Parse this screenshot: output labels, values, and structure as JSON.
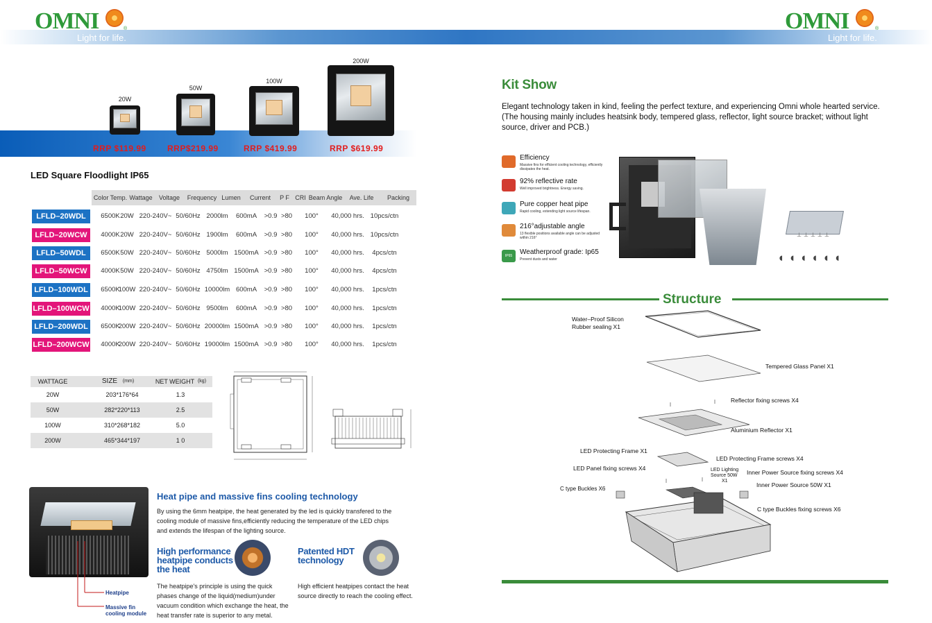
{
  "header": {
    "left_logo": "OMNI",
    "left_tagline": "Light for life.",
    "right_logo": "OMNI",
    "right_tagline": "Light for life.",
    "registered": "®"
  },
  "products": [
    {
      "watt": "20W",
      "price": "RRP $119.99"
    },
    {
      "watt": "50W",
      "price": "RRP$219.99"
    },
    {
      "watt": "100W",
      "price": "RRP $419.99"
    },
    {
      "watt": "200W",
      "price": "RRP $619.99"
    }
  ],
  "spec": {
    "title": "LED Square Floodlight IP65",
    "headers": [
      "Color Temp.",
      "Wattage",
      "Voltage",
      "Frequency",
      "Lumen",
      "Current",
      "P F",
      "CRI",
      "Beam Angle",
      "Ave. Life",
      "Packing"
    ],
    "rows": [
      {
        "model": "LFLD–20WDL",
        "color": "blue",
        "cells": [
          "6500K",
          "20W",
          "220-240V~",
          "50/60Hz",
          "2000lm",
          "600mA",
          ">0.9",
          ">80",
          "100°",
          "40,000 hrs.",
          "10pcs/ctn"
        ]
      },
      {
        "model": "LFLD–20WCW",
        "color": "pink",
        "cells": [
          "4000K",
          "20W",
          "220-240V~",
          "50/60Hz",
          "1900lm",
          "600mA",
          ">0.9",
          ">80",
          "100°",
          "40,000 hrs.",
          "10pcs/ctn"
        ]
      },
      {
        "model": "LFLD–50WDL",
        "color": "blue",
        "cells": [
          "6500K",
          "50W",
          "220-240V~",
          "50/60Hz",
          "5000lm",
          "1500mA",
          ">0.9",
          ">80",
          "100°",
          "40,000 hrs.",
          "4pcs/ctn"
        ]
      },
      {
        "model": "LFLD–50WCW",
        "color": "pink",
        "cells": [
          "4000K",
          "50W",
          "220-240V~",
          "50/60Hz",
          "4750lm",
          "1500mA",
          ">0.9",
          ">80",
          "100°",
          "40,000 hrs.",
          "4pcs/ctn"
        ]
      },
      {
        "model": "LFLD–100WDL",
        "color": "blue",
        "cells": [
          "6500K",
          "100W",
          "220-240V~",
          "50/60Hz",
          "10000lm",
          "600mA",
          ">0.9",
          ">80",
          "100°",
          "40,000 hrs.",
          "1pcs/ctn"
        ]
      },
      {
        "model": "LFLD–100WCW",
        "color": "pink",
        "cells": [
          "4000K",
          "100W",
          "220-240V~",
          "50/60Hz",
          "9500lm",
          "600mA",
          ">0.9",
          ">80",
          "100°",
          "40,000 hrs.",
          "1pcs/ctn"
        ]
      },
      {
        "model": "LFLD–200WDL",
        "color": "blue",
        "cells": [
          "6500K",
          "200W",
          "220-240V~",
          "50/60Hz",
          "20000lm",
          "1500mA",
          ">0.9",
          ">80",
          "100°",
          "40,000 hrs.",
          "1pcs/ctn"
        ]
      },
      {
        "model": "LFLD–200WCW",
        "color": "pink",
        "cells": [
          "4000K",
          "200W",
          "220-240V~",
          "50/60Hz",
          "19000lm",
          "1500mA",
          ">0.9",
          ">80",
          "100°",
          "40,000 hrs.",
          "1pcs/ctn"
        ]
      }
    ]
  },
  "sizes": {
    "headers": [
      "WATTAGE",
      "SIZE",
      "(mm)",
      "NET WEIGHT",
      "(kg)"
    ],
    "rows": [
      [
        "20W",
        "203*176*64",
        "1.3"
      ],
      [
        "50W",
        "282*220*113",
        "2.5"
      ],
      [
        "100W",
        "310*268*182",
        "5.0"
      ],
      [
        "200W",
        "465*344*197",
        "1 0"
      ]
    ]
  },
  "heat": {
    "title": "Heat pipe and massive fins cooling technology",
    "body": "By using the 6mm heatpipe, the heat generated by the led is quickly transfered to the cooling module of massive fins,efficiently reducing the temperature of the LED chips and extends the lifespan of the lighting source.",
    "sub1_title": "High performance heatpipe conducts the heat",
    "sub1_body": "The heatpipe's principle is using the quick phases change of the liquid(medium)under vacuum condition which exchange the heat, the heat transfer rate is superior to any metal.",
    "sub2_title": "Patented HDT technology",
    "sub2_body": "High efficient heatpipes contact the heat source directly to reach the cooling effect.",
    "callout1": "Heatpipe",
    "callout2": "Massive fin cooling module"
  },
  "kit": {
    "title": "Kit Show",
    "body": "Elegant technology taken in kind, feeling the perfect texture, and experiencing Omni whole hearted service. (The housing mainly includes heatsink body, tempered glass, reflector, light source bracket; without light source, driver and PCB.)",
    "features": [
      {
        "title": "Efficiency",
        "desc": "Massive fins for efficient cooling technology, efficiently dissipates the heat.",
        "color": "#e06a2a"
      },
      {
        "title": "92% reflective rate",
        "desc": "Well improved brightness. Energy saving.",
        "color": "#d23b30"
      },
      {
        "title": "Pure copper heat pipe",
        "desc": "Rapid cooling, extending light source lifespan.",
        "color": "#3ea7b8"
      },
      {
        "title": "216°adjustable angle",
        "desc": "13 flexible positions available angle can be adjusted within 216°",
        "color": "#e08a3a"
      },
      {
        "title": "Weatherproof grade: Ip65",
        "desc": "Prevent dusts and water",
        "color": "#3a9a4a",
        "badge": "IP65"
      }
    ]
  },
  "structure": {
    "title": "Structure",
    "labels": [
      "Water–Proof Silicon",
      "Rubber sealing  X1",
      "Tempered Glass Panel  X1",
      "Reflector fixing screws  X4",
      "Aluminium Reflector X1",
      "LED Protecting Frame  X1",
      "LED Protecting Frame screws  X4",
      "LED Panel fixing screws  X4",
      "LED Lighting",
      "Source 50W",
      "X1",
      "Inner Power Source fixing screws  X4",
      "Inner Power Source 50W  X1",
      "C type Buckles X6",
      "C type Buckles fixing screws  X6"
    ]
  },
  "colors": {
    "green": "#3a8c3a",
    "blue": "#1c72c4",
    "pink": "#e3157a",
    "red": "#e31c1c"
  }
}
